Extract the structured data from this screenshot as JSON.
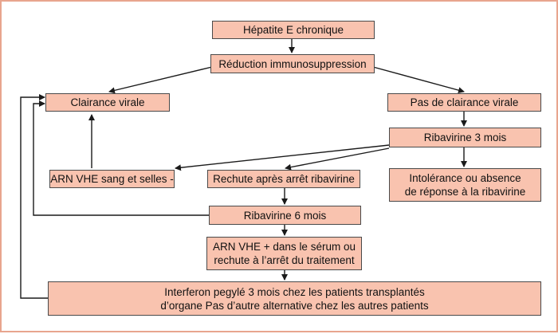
{
  "nodes": {
    "chronic": "Hépatite E chronique",
    "reduction": "Réduction immunosuppression",
    "clearance": "Clairance virale",
    "no_clearance": "Pas de clairance virale",
    "riba3": "Ribavirine 3 mois",
    "arn_neg": "ARN VHE sang et selles -",
    "relapse": "Rechute après arrêt ribavirine",
    "intolerance": [
      "Intolérance ou absence",
      "de réponse à la ribavirine"
    ],
    "riba6": "Ribavirine 6 mois",
    "arn_pos": [
      "ARN VHE + dans le sérum ou",
      "rechute à l’arrêt du traitement"
    ],
    "interferon": [
      "Interferon pegylé 3 mois chez les patients transplantés",
      "d’organe Pas d’autre alternative chez les autres patients"
    ]
  },
  "colors": {
    "node_fill": "#f9c3af",
    "frame": "#e8a58e",
    "line": "#1a1a1a"
  }
}
